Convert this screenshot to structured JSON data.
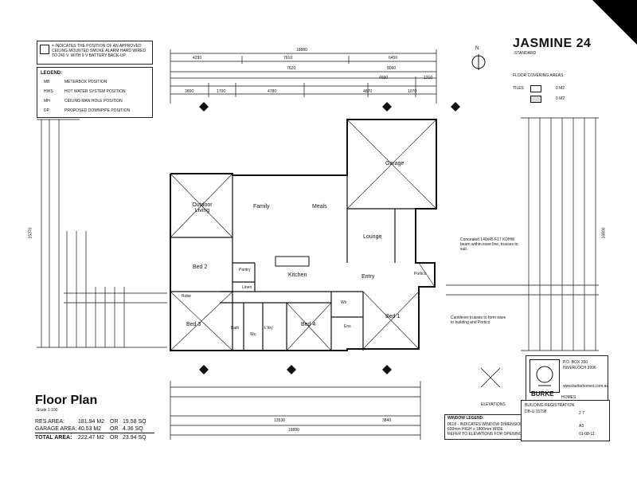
{
  "header": {
    "smoke_note": "= INDICATES THE POSITION OF AN APPROVED CEILING MOUNTED SMOKE ALARM HARD WIRED TO 240 V. WITH 9 V BATTERY BACK-UP",
    "legend_title": "LEGEND:",
    "legend_items": [
      {
        "code": "MB",
        "label": "METERBOX POSITION"
      },
      {
        "code": "HWS",
        "label": "HOT WATER SYSTEM POSITION"
      },
      {
        "code": "MH",
        "label": "CEILING MAN HOLE POSITION"
      },
      {
        "code": "DP",
        "label": "PROPOSED DOWNPIPE POSITION"
      }
    ]
  },
  "title_block": {
    "name": "JASMINE 24",
    "variant": "STANDARD",
    "floor_covering_title": "FLOOR COVERING AREAS:",
    "tiles_label": "TILES",
    "tiles_value": "0 M2",
    "carpet_value": "0 M2",
    "north_label": "N"
  },
  "rooms": {
    "outdoor_living": "Outdoor Living",
    "family": "Family",
    "meals": "Meals",
    "garage": "Garage",
    "lounge": "Lounge",
    "bed2": "Bed 2",
    "kitchen": "Kitchen",
    "pantry": "Pantry",
    "linen": "Linen",
    "entry": "Entry",
    "portico": "Portico",
    "robe": "Robe",
    "bed3": "Bed 3",
    "bath": "Bath",
    "wc": "Wc",
    "ldry": "L'dry",
    "bed4": "Bed 4",
    "wir": "Wir",
    "ens": "Ens",
    "bed1": "Bed 1"
  },
  "notes": {
    "beam": "Concealed 140x45 F17 KDHW beam within eave line, trusses to suit.",
    "cantilever": "Cantilever trusses to form eave to building and Portico",
    "elevations": "ELEVATIONS"
  },
  "dimensions": {
    "top_overall": "18880",
    "top_a": "4290",
    "top_b": "7910",
    "top_c": "6450",
    "top_d": "7620",
    "top_e": "8060",
    "top_f": "4690",
    "top_g": "1310",
    "top_h": "3600",
    "top_i": "1700",
    "top_j": "4780",
    "top_k": "4870",
    "top_l": "1070",
    "left_overall": "15370",
    "right_overall": "16800",
    "bottom_overall": "18880",
    "bottom_sub": "13530",
    "bottom_a": "3840"
  },
  "floor_plan": {
    "title": "Floor Plan",
    "scale": "Scale 1:100",
    "res_area_label": "RES AREA:",
    "res_area_m2": "181.94 M2",
    "res_area_sq": "19.58 SQ",
    "garage_label": "GARAGE AREA:",
    "garage_m2": "40.53 M2",
    "garage_sq": "4.36 SQ",
    "total_label": "TOTAL AREA:",
    "total_m2": "222.47 M2",
    "total_sq": "23.94 SQ",
    "or": "OR"
  },
  "window_legend": {
    "title": "WINDOW LEGEND:",
    "line1": "0618 - INDICATES WINDOW DIMENSIONS",
    "line2": "600mm HIGH x 1800mm WIDE",
    "line3": "REFER TO ELEVATIONS FOR OPENINGS"
  },
  "company": {
    "name": "BURKE",
    "sub": "HOMES",
    "po": "P.O. BOX 350",
    "town": "INVERLOCH 3996",
    "web": "www.burkehomes.com.au",
    "reg": "BUILDING REGISTRATION",
    "reg_no": "DB-U 15798",
    "sheet": "A3",
    "date": "01-08-11",
    "drawing": "2 7"
  }
}
